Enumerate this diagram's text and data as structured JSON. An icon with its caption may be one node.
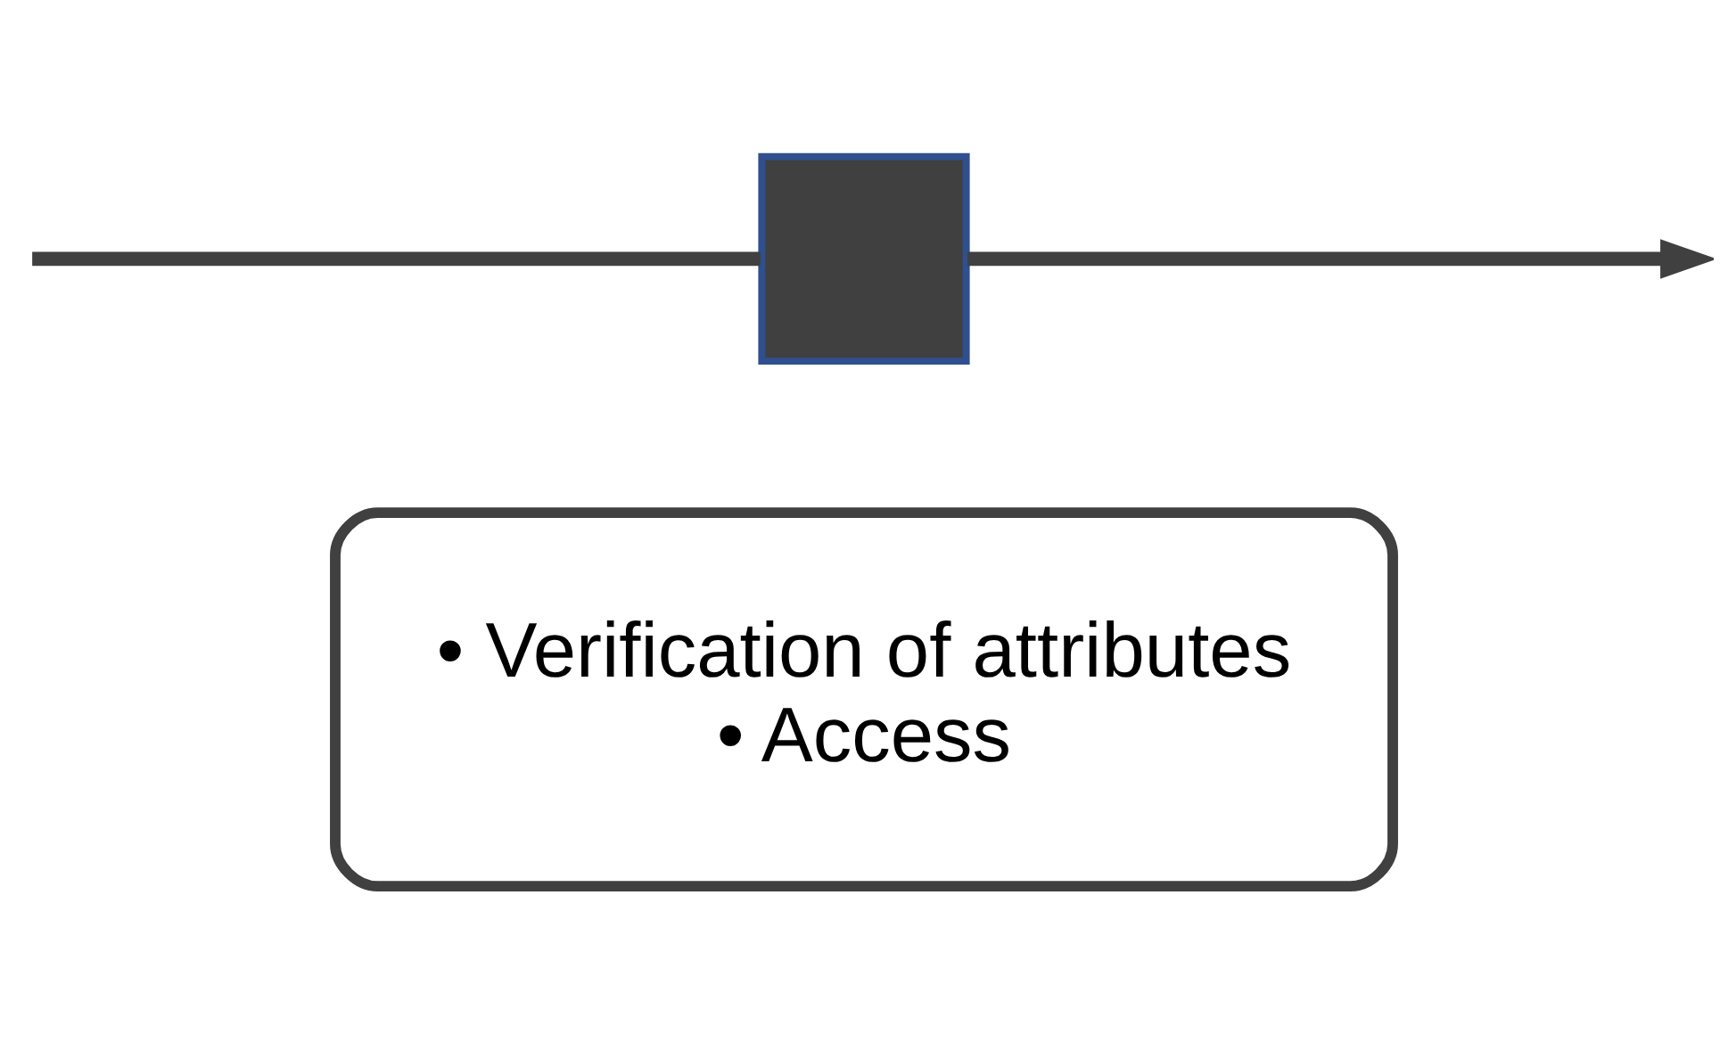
{
  "diagram": {
    "nodes": [
      {
        "text": [
          "• Verification of attributes",
          "• Access"
        ]
      },
      {
        "text": [],
        "shape": "box"
      }
    ],
    "edges": [
      {
        "from": null,
        "to": 1,
        "arrow": "none"
      },
      {
        "from": 1,
        "to": null,
        "arrow": "to"
      }
    ]
  }
}
